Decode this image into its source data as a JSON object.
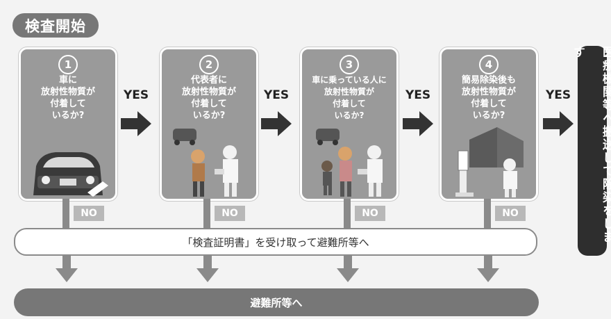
{
  "header": {
    "start_label": "検査開始"
  },
  "steps": [
    {
      "number": "1",
      "question": "車に\n放射性物質が\n付着して\nいるか?"
    },
    {
      "number": "2",
      "question": "代表者に\n放射性物質が\n付着して\nいるか?"
    },
    {
      "number": "3",
      "question": "車に乗っている人に\n放射性物質が\n付着して\nいるか?"
    },
    {
      "number": "4",
      "question": "簡易除染後も\n放射性物質が\n付着して\nいるか?"
    }
  ],
  "labels": {
    "yes": "YES",
    "no": "NO"
  },
  "certificate_text": "「検査証明書」を受け取って避難所等へ",
  "evacuation_text": "避難所等へ",
  "final_action_text": "医療機関等へ搬送して除染をします",
  "colors": {
    "card": "#9a9a9a",
    "badge": "#777777",
    "panel": "#2e2e2e",
    "arrow": "#333333"
  }
}
